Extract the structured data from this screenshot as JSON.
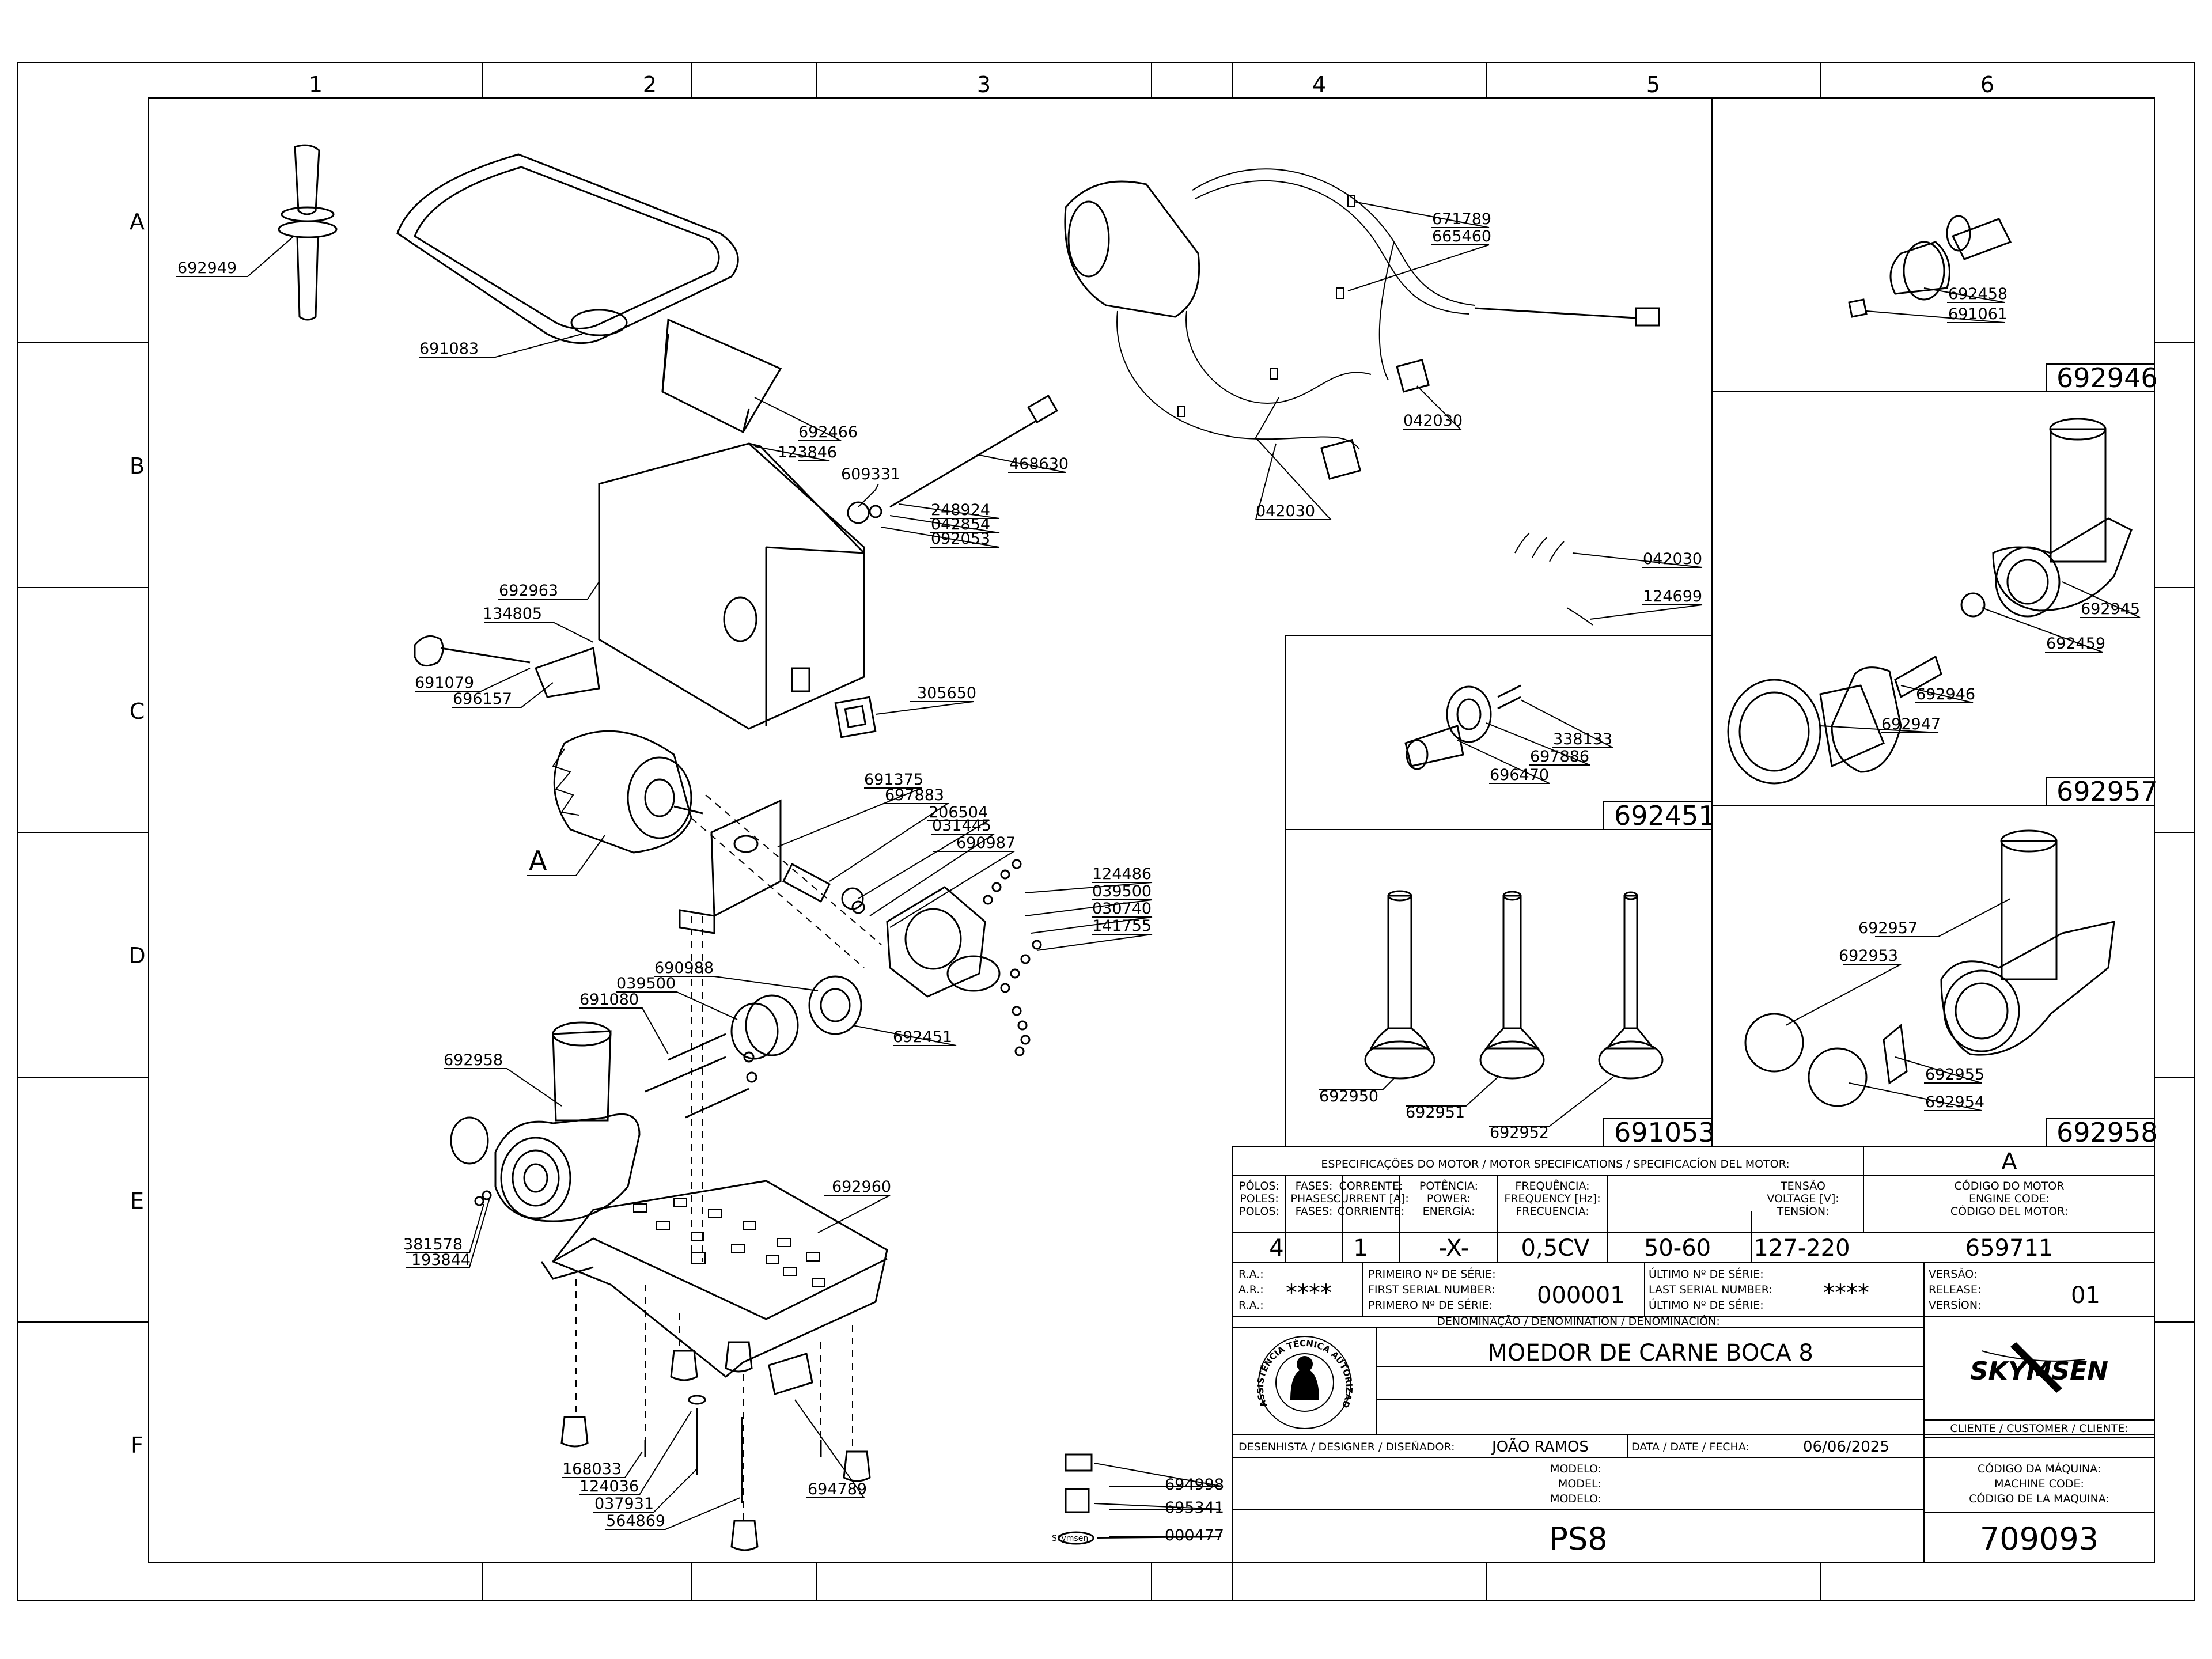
{
  "grid": {
    "columns": [
      "1",
      "2",
      "3",
      "4",
      "5",
      "6"
    ],
    "rows": [
      "A",
      "B",
      "C",
      "D",
      "E",
      "F"
    ]
  },
  "labels": {
    "l692949": "692949",
    "l691083": "691083",
    "l692466": "692466",
    "l123846": "123846",
    "l468630": "468630",
    "l609331": "609331",
    "l248924": "248924",
    "l042854": "042854",
    "l092053": "092053",
    "l692963": "692963",
    "l134805": "134805",
    "l691079": "691079",
    "l696157": "696157",
    "l305650": "305650",
    "l691375": "691375",
    "l697883": "697883",
    "l206504": "206504",
    "l031445": "031445",
    "l690987": "690987",
    "l124486": "124486",
    "l039500b": "039500",
    "l030740": "030740",
    "l141755": "141755",
    "l690988": "690988",
    "l039500a": "039500",
    "l691080": "691080",
    "l692451": "692451",
    "l692958": "692958",
    "l692960": "692960",
    "l381578": "381578",
    "l193844": "193844",
    "l168033": "168033",
    "l124036": "124036",
    "l037931": "037931",
    "l564869": "564869",
    "l694789": "694789",
    "l694998": "694998",
    "l695341": "695341",
    "l000477": "000477",
    "l671789": "671789",
    "l665460": "665460",
    "l042030a": "042030",
    "l042030b": "042030",
    "l042030c": "042030",
    "l124699": "124699",
    "l692458": "692458",
    "l691061": "691061",
    "l338133": "338133",
    "l697886": "697886",
    "l696470": "696470",
    "l692950": "692950",
    "l692951": "692951",
    "l692952": "692952",
    "l692945": "692945",
    "l692459": "692459",
    "l692946b": "692946",
    "l692947": "692947",
    "l692957b": "692957",
    "l692953": "692953",
    "l692955": "692955",
    "l692954": "692954",
    "detailA": "A",
    "skymsen_small": "Skymsen"
  },
  "panels": {
    "p692946": "692946",
    "p692957": "692957",
    "p692958": "692958",
    "p692451": "692451",
    "p691053": "691053"
  },
  "title_block": {
    "spec_header": "ESPECIFICAÇÕES DO MOTOR / MOTOR SPECIFICATIONS / SPECIFICACÍON DEL MOTOR:",
    "spec_version": "A",
    "col_poles": [
      "PÓLOS:",
      "POLES:",
      "POLOS:"
    ],
    "col_phases": [
      "FASES:",
      "PHASES:",
      "FASES:"
    ],
    "col_current": [
      "CORRENTE:",
      "CURRENT [A]:",
      "CORRIENTE:"
    ],
    "col_power": [
      "POTÊNCIA:",
      "POWER:",
      "ENERGÍA:"
    ],
    "col_freq": [
      "FREQUÊNCIA:",
      "FREQUENCY [Hz]:",
      "FRECUENCIA:"
    ],
    "col_voltage": [
      "TENSÃO",
      "VOLTAGE [V]:",
      "TENSÍON:"
    ],
    "col_engine_code": [
      "CÓDIGO DO MOTOR",
      "ENGINE CODE:",
      "CÓDIGO DEL MOTOR:"
    ],
    "poles": "4",
    "phases": "1",
    "current": "-X-",
    "power": "0,5CV",
    "frequency": "50-60",
    "voltage": "127-220",
    "engine_code": "659711",
    "ra_labels": [
      "R.A.:",
      "A.R.:",
      "R.A.:"
    ],
    "ra_value": "****",
    "first_serial_labels": [
      "PRIMEIRO Nº DE SÉRIE:",
      "FIRST SERIAL NUMBER:",
      "PRIMERO Nº DE SÉRIE:"
    ],
    "first_serial": "000001",
    "last_serial_labels": [
      "ÚLTIMO Nº DE SÉRIE:",
      "LAST SERIAL NUMBER:",
      "ÚLTIMO Nº DE SÉRIE:"
    ],
    "last_serial": "****",
    "version_labels": [
      "VERSÃO:",
      "RELEASE:",
      "VERSÍON:"
    ],
    "version": "01",
    "denomination_label": "DENOMINAÇÃO / DENOMINATION / DENOMINACIÓN:",
    "denomination": "MOEDOR DE CARNE BOCA 8",
    "stamp_text": "ASSISTÊNCIA TÉCNICA AUTORIZADA",
    "brand": "SKYMSEN",
    "client_label": "CLIENTE / CUSTOMER / CLIENTE:",
    "designer_label": "DESENHISTA / DESIGNER / DISEÑADOR:",
    "designer": "JOÃO RAMOS",
    "date_label": "DATA / DATE / FECHA:",
    "date": "06/06/2025",
    "model_labels": [
      "MODELO:",
      "MODEL:",
      "MODELO:"
    ],
    "model": "PS8",
    "machine_code_labels": [
      "CÓDIGO DA MÁQUINA:",
      "MACHINE CODE:",
      "CÓDIGO DE LA MAQUINA:"
    ],
    "machine_code": "709093"
  }
}
